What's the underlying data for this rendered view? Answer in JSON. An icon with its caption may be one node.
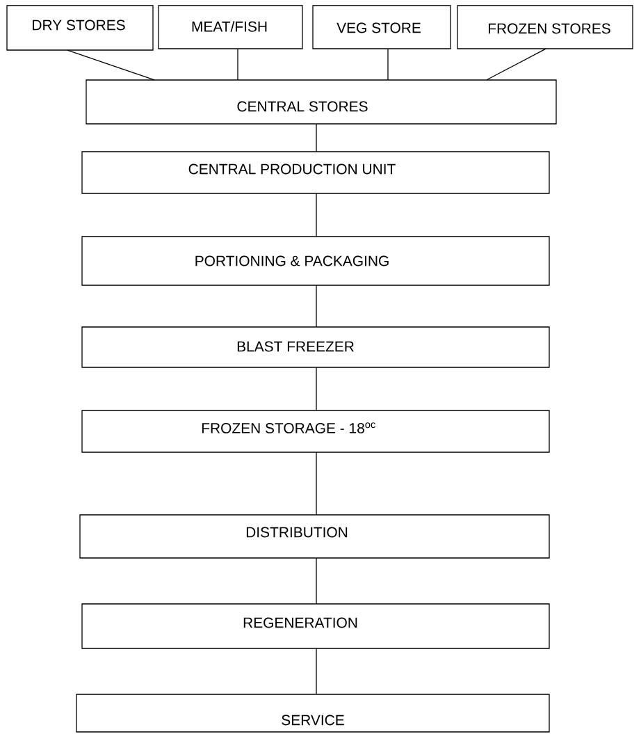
{
  "diagram": {
    "nodes": [
      {
        "text": [
          "DRY STORES"
        ]
      },
      {
        "text": [
          "MEAT/FISH"
        ]
      },
      {
        "text": [
          "VEG STORE"
        ]
      },
      {
        "text": [
          "FROZEN STORES"
        ]
      },
      {
        "text": [
          "CENTRAL STORES"
        ]
      },
      {
        "text": [
          "CENTRAL PRODUCTION UNIT"
        ]
      },
      {
        "text": [
          "PORTIONING & PACKAGING"
        ]
      },
      {
        "text": [
          "BLAST FREEZER"
        ]
      },
      {
        "text": [
          "FROZEN STORAGE - 18$^{oc}$"
        ]
      },
      {
        "text": [
          "DISTRIBUTION"
        ]
      },
      {
        "text": [
          "REGENERATION"
        ]
      },
      {
        "text": [
          "SERVICE"
        ]
      }
    ],
    "edges": [
      {
        "from": 0,
        "to": 4,
        "arrow": "none"
      },
      {
        "from": 1,
        "to": 4,
        "arrow": "none"
      },
      {
        "from": 2,
        "to": 4,
        "arrow": "none"
      },
      {
        "from": 3,
        "to": 4,
        "arrow": "none"
      },
      {
        "from": 4,
        "to": 5,
        "arrow": "none"
      },
      {
        "from": 5,
        "to": 6,
        "arrow": "none"
      },
      {
        "from": 6,
        "to": 7,
        "arrow": "none"
      },
      {
        "from": 7,
        "to": 8,
        "arrow": "none"
      },
      {
        "from": 8,
        "to": 9,
        "arrow": "none"
      },
      {
        "from": 9,
        "to": 10,
        "arrow": "none"
      },
      {
        "from": 10,
        "to": 11,
        "arrow": "none"
      }
    ]
  }
}
